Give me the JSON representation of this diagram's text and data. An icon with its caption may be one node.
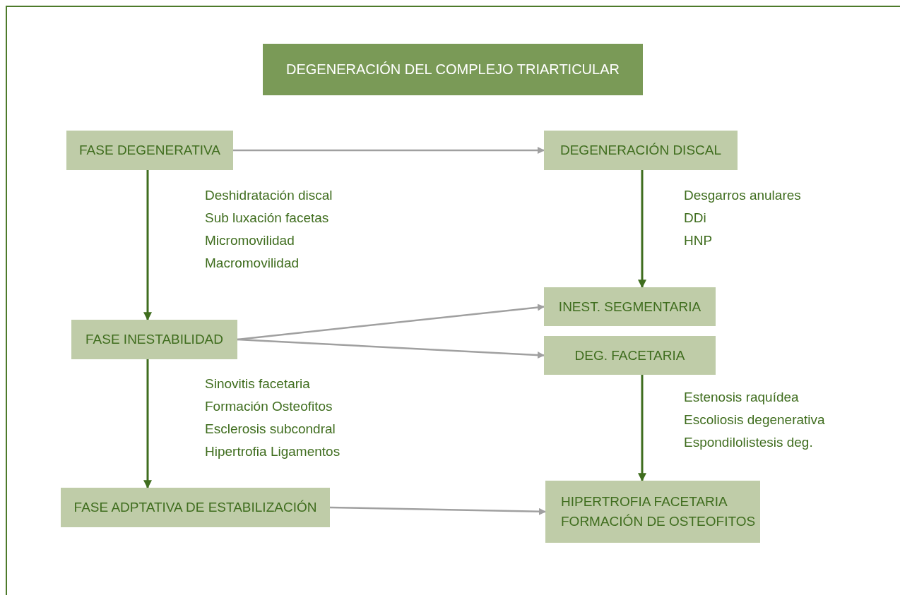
{
  "diagram": {
    "title": "DEGENERACIÓN DEL COMPLEJO TRIARTICULAR",
    "nodes": [
      {
        "text": [
          "FASE DEGENERATIVA"
        ]
      },
      {
        "text": [
          "DEGENERACIÓN DISCAL"
        ]
      },
      {
        "text": [
          "FASE INESTABILIDAD"
        ]
      },
      {
        "text": [
          "INEST. SEGMENTARIA"
        ]
      },
      {
        "text": [
          "DEG. FACETARIA"
        ]
      },
      {
        "text": [
          "FASE ADPTATIVA DE ESTABILIZACIÓN"
        ]
      },
      {
        "text": [
          "HIPERTROFIA FACETARIA",
          "FORMACIÓN DE OSTEOFITOS"
        ]
      }
    ],
    "edges": [
      {
        "from": 0,
        "to": 1,
        "arrow": "to",
        "color": "#a0a0a0"
      },
      {
        "from": 0,
        "to": 2,
        "arrow": "to",
        "color": "#3f6d1e"
      },
      {
        "from": 1,
        "to": 3,
        "arrow": "to",
        "color": "#3f6d1e"
      },
      {
        "from": 2,
        "to": 3,
        "arrow": "to",
        "color": "#a0a0a0"
      },
      {
        "from": 2,
        "to": 4,
        "arrow": "to",
        "color": "#a0a0a0"
      },
      {
        "from": 2,
        "to": 5,
        "arrow": "to",
        "color": "#3f6d1e"
      },
      {
        "from": 4,
        "to": 6,
        "arrow": "to",
        "color": "#3f6d1e"
      },
      {
        "from": 5,
        "to": 6,
        "arrow": "to",
        "color": "#a0a0a0"
      }
    ],
    "labels": [
      "Deshidratación discal",
      "Sub luxación facetas",
      "Micromovilidad",
      "Macromovilidad",
      "Desgarros anulares",
      "DDi",
      "HNP",
      "Sinovitis facetaria",
      "Formación Osteofitos",
      "Esclerosis subcondral",
      "Hipertrofia Ligamentos",
      "Estenosis raquídea",
      "Escoliosis degenerativa",
      "Espondilolistesis deg."
    ]
  }
}
